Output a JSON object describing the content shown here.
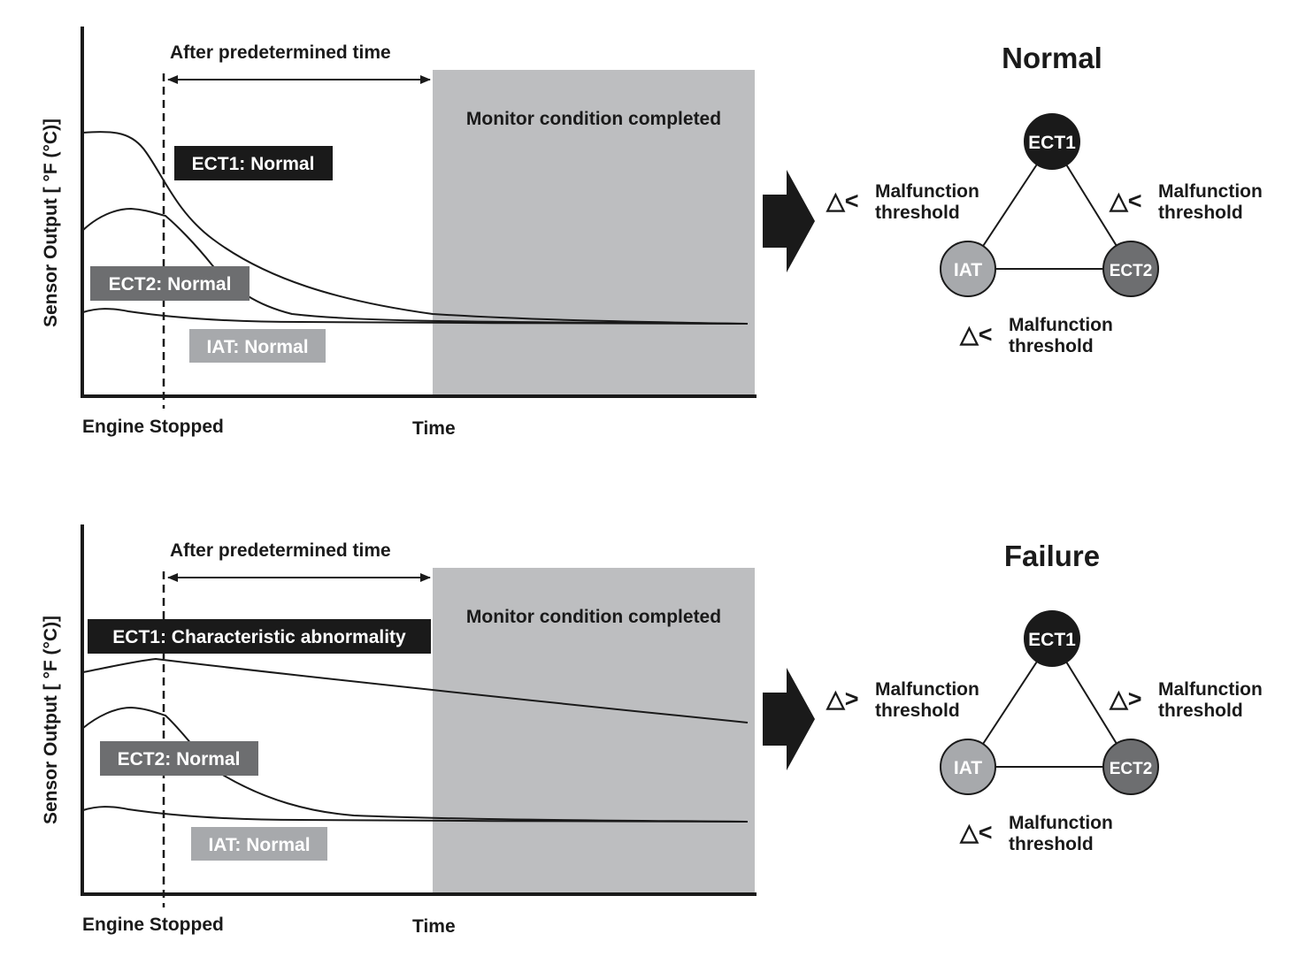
{
  "colors": {
    "ink": "#1a1a1a",
    "shade": "#bdbec0",
    "ect1_dark": "#1a1a1a",
    "ect2_gray": "#6d6e70",
    "iat_gray": "#a7a9ac",
    "white": "#ffffff"
  },
  "panels": [
    {
      "id": "normal",
      "y_axis_label": "Sensor Output [ °F (°C)]",
      "x_label_left": "Engine Stopped",
      "x_label_time": "Time",
      "interval_label": "After predetermined time",
      "region_label": "Monitor condition completed",
      "ect1_label": "ECT1: Normal",
      "ect2_label": "ECT2: Normal",
      "iat_label": "IAT: Normal",
      "state_title": "Normal",
      "node_ect1": "ECT1",
      "node_iat": "IAT",
      "node_ect2": "ECT2",
      "left_compare": {
        "symbol": "△<",
        "line1": "Malfunction",
        "line2": "threshold"
      },
      "right_compare": {
        "symbol": "△<",
        "line1": "Malfunction",
        "line2": "threshold"
      },
      "bottom_compare": {
        "symbol": "△<",
        "line1": "Malfunction",
        "line2": "threshold"
      }
    },
    {
      "id": "failure",
      "y_axis_label": "Sensor Output [ °F (°C)]",
      "x_label_left": "Engine Stopped",
      "x_label_time": "Time",
      "interval_label": "After predetermined time",
      "region_label": "Monitor condition completed",
      "ect1_label": "ECT1: Characteristic abnormality",
      "ect2_label": "ECT2: Normal",
      "iat_label": "IAT: Normal",
      "state_title": "Failure",
      "node_ect1": "ECT1",
      "node_iat": "IAT",
      "node_ect2": "ECT2",
      "left_compare": {
        "symbol": "△>",
        "line1": "Malfunction",
        "line2": "threshold"
      },
      "right_compare": {
        "symbol": "△>",
        "line1": "Malfunction",
        "line2": "threshold"
      },
      "bottom_compare": {
        "symbol": "△<",
        "line1": "Malfunction",
        "line2": "threshold"
      }
    }
  ]
}
